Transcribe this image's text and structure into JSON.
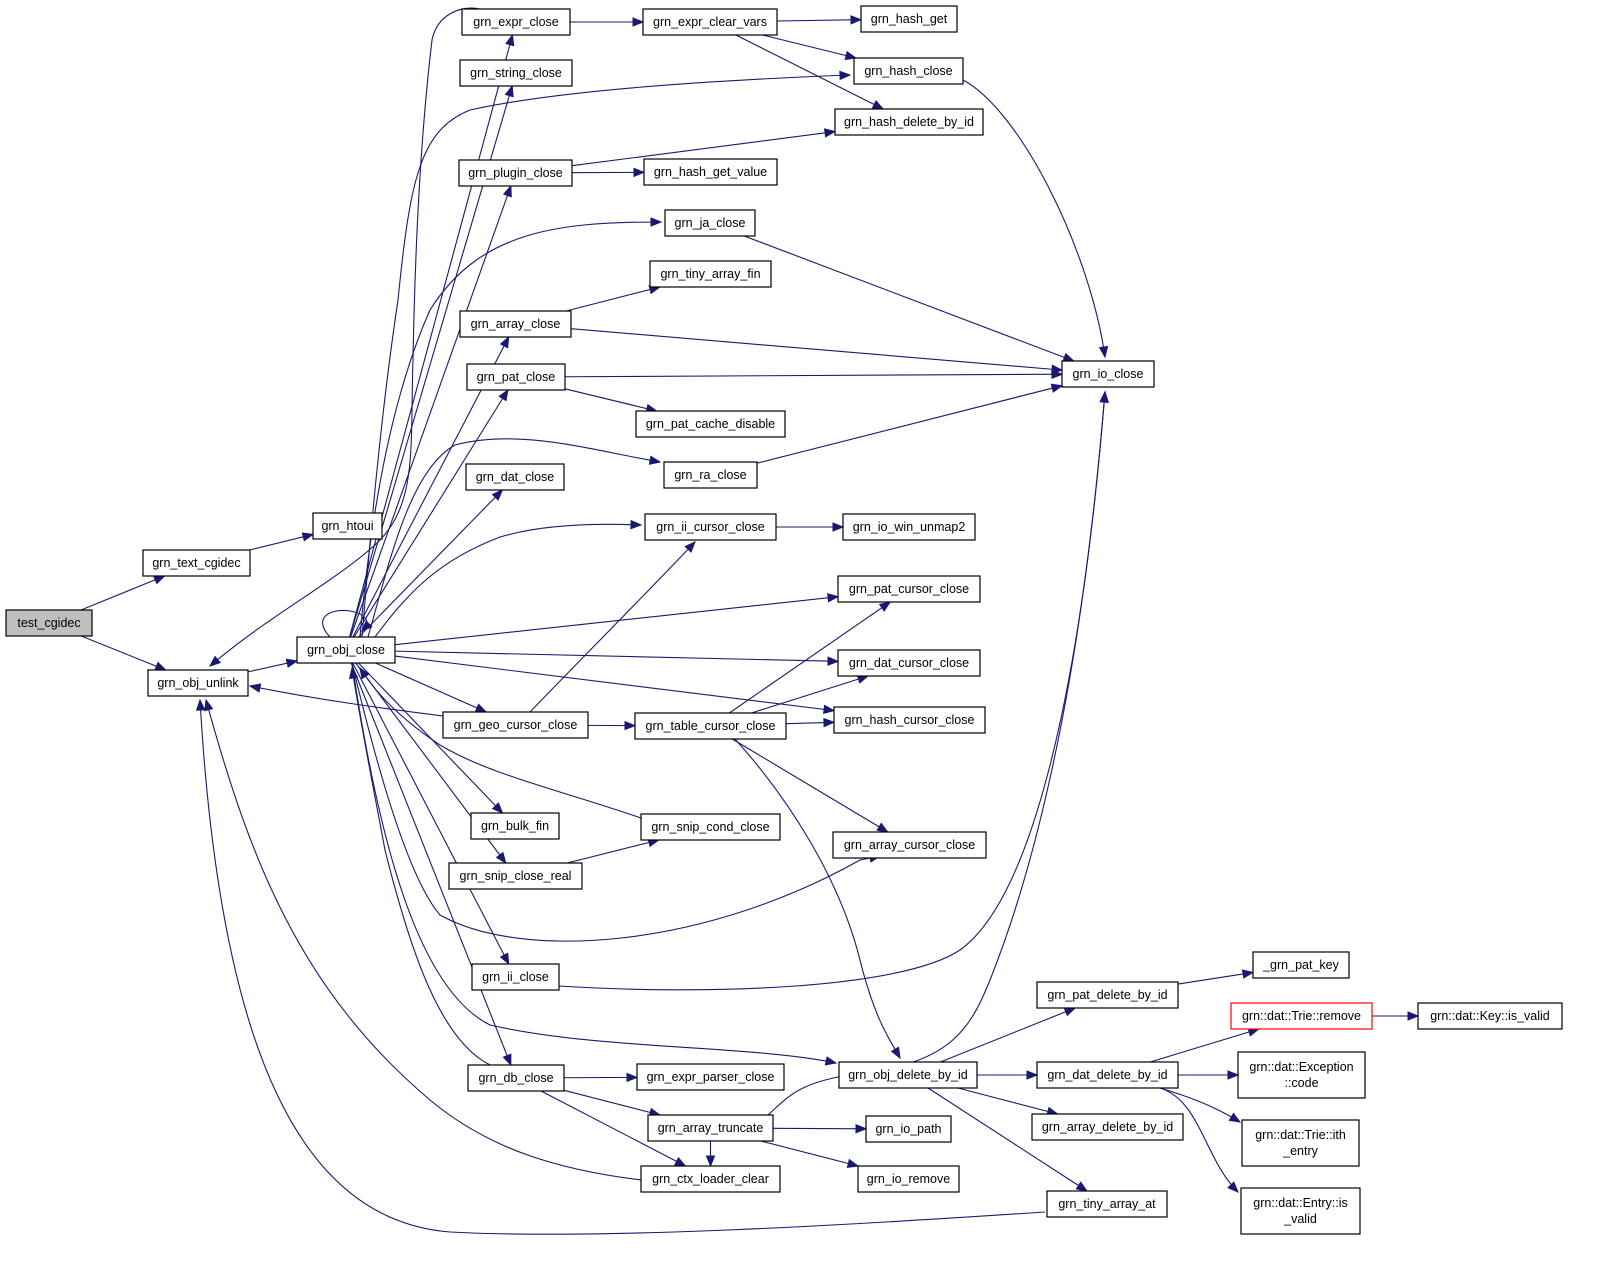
{
  "graph": {
    "colors": {
      "edge": "#191970",
      "node_border": "#000000",
      "root_fill": "#bfbfbf",
      "truncated_border": "#ff0000"
    },
    "nodes": [
      {
        "id": "test_cgidec",
        "label": [
          "test_cgidec"
        ],
        "root": true
      },
      {
        "id": "grn_text_cgidec",
        "label": [
          "grn_text_cgidec"
        ]
      },
      {
        "id": "grn_htoui",
        "label": [
          "grn_htoui"
        ]
      },
      {
        "id": "grn_obj_unlink",
        "label": [
          "grn_obj_unlink"
        ]
      },
      {
        "id": "grn_obj_close",
        "label": [
          "grn_obj_close"
        ]
      },
      {
        "id": "grn_expr_close",
        "label": [
          "grn_expr_close"
        ]
      },
      {
        "id": "grn_string_close",
        "label": [
          "grn_string_close"
        ]
      },
      {
        "id": "grn_plugin_close",
        "label": [
          "grn_plugin_close"
        ]
      },
      {
        "id": "grn_array_close",
        "label": [
          "grn_array_close"
        ]
      },
      {
        "id": "grn_pat_close",
        "label": [
          "grn_pat_close"
        ]
      },
      {
        "id": "grn_dat_close",
        "label": [
          "grn_dat_close"
        ]
      },
      {
        "id": "grn_geo_cursor_close",
        "label": [
          "grn_geo_cursor_close"
        ]
      },
      {
        "id": "grn_bulk_fin",
        "label": [
          "grn_bulk_fin"
        ]
      },
      {
        "id": "grn_snip_close_real",
        "label": [
          "grn_snip_close_real"
        ]
      },
      {
        "id": "grn_ii_close",
        "label": [
          "grn_ii_close"
        ]
      },
      {
        "id": "grn_db_close",
        "label": [
          "grn_db_close"
        ]
      },
      {
        "id": "grn_expr_clear_vars",
        "label": [
          "grn_expr_clear_vars"
        ]
      },
      {
        "id": "grn_hash_get_value",
        "label": [
          "grn_hash_get_value"
        ]
      },
      {
        "id": "grn_ja_close",
        "label": [
          "grn_ja_close"
        ]
      },
      {
        "id": "grn_tiny_array_fin",
        "label": [
          "grn_tiny_array_fin"
        ]
      },
      {
        "id": "grn_pat_cache_disable",
        "label": [
          "grn_pat_cache_disable"
        ]
      },
      {
        "id": "grn_ra_close",
        "label": [
          "grn_ra_close"
        ]
      },
      {
        "id": "grn_ii_cursor_close",
        "label": [
          "grn_ii_cursor_close"
        ]
      },
      {
        "id": "grn_table_cursor_close",
        "label": [
          "grn_table_cursor_close"
        ]
      },
      {
        "id": "grn_snip_cond_close",
        "label": [
          "grn_snip_cond_close"
        ]
      },
      {
        "id": "grn_expr_parser_close",
        "label": [
          "grn_expr_parser_close"
        ]
      },
      {
        "id": "grn_array_truncate",
        "label": [
          "grn_array_truncate"
        ]
      },
      {
        "id": "grn_ctx_loader_clear",
        "label": [
          "grn_ctx_loader_clear"
        ]
      },
      {
        "id": "grn_hash_get",
        "label": [
          "grn_hash_get"
        ]
      },
      {
        "id": "grn_hash_close",
        "label": [
          "grn_hash_close"
        ]
      },
      {
        "id": "grn_hash_delete_by_id",
        "label": [
          "grn_hash_delete_by_id"
        ]
      },
      {
        "id": "grn_io_win_unmap2",
        "label": [
          "grn_io_win_unmap2"
        ]
      },
      {
        "id": "grn_pat_cursor_close",
        "label": [
          "grn_pat_cursor_close"
        ]
      },
      {
        "id": "grn_dat_cursor_close",
        "label": [
          "grn_dat_cursor_close"
        ]
      },
      {
        "id": "grn_hash_cursor_close",
        "label": [
          "grn_hash_cursor_close"
        ]
      },
      {
        "id": "grn_array_cursor_close",
        "label": [
          "grn_array_cursor_close"
        ]
      },
      {
        "id": "grn_obj_delete_by_id",
        "label": [
          "grn_obj_delete_by_id"
        ]
      },
      {
        "id": "grn_io_path",
        "label": [
          "grn_io_path"
        ]
      },
      {
        "id": "grn_io_remove",
        "label": [
          "grn_io_remove"
        ]
      },
      {
        "id": "grn_io_close",
        "label": [
          "grn_io_close"
        ]
      },
      {
        "id": "grn_pat_delete_by_id",
        "label": [
          "grn_pat_delete_by_id"
        ]
      },
      {
        "id": "grn_dat_delete_by_id",
        "label": [
          "grn_dat_delete_by_id"
        ]
      },
      {
        "id": "grn_array_delete_by_id",
        "label": [
          "grn_array_delete_by_id"
        ]
      },
      {
        "id": "grn_tiny_array_at",
        "label": [
          "grn_tiny_array_at"
        ]
      },
      {
        "id": "_grn_pat_key",
        "label": [
          "_grn_pat_key"
        ]
      },
      {
        "id": "trie_remove",
        "label": [
          "grn::dat::Trie::remove"
        ],
        "truncated": true
      },
      {
        "id": "exception_code",
        "label": [
          "grn::dat::Exception",
          "::code"
        ]
      },
      {
        "id": "trie_ith_entry",
        "label": [
          "grn::dat::Trie::ith",
          "_entry"
        ]
      },
      {
        "id": "entry_is_valid",
        "label": [
          "grn::dat::Entry::is",
          "_valid"
        ]
      },
      {
        "id": "key_is_valid",
        "label": [
          "grn::dat::Key::is_valid"
        ]
      }
    ],
    "edges": [
      [
        "test_cgidec",
        "grn_text_cgidec"
      ],
      [
        "test_cgidec",
        "grn_obj_unlink"
      ],
      [
        "grn_text_cgidec",
        "grn_htoui"
      ],
      [
        "grn_obj_unlink",
        "grn_obj_close"
      ],
      [
        "grn_obj_close",
        "grn_obj_close"
      ],
      [
        "grn_obj_close",
        "grn_expr_close"
      ],
      [
        "grn_obj_close",
        "grn_string_close"
      ],
      [
        "grn_obj_close",
        "grn_hash_close"
      ],
      [
        "grn_obj_close",
        "grn_plugin_close"
      ],
      [
        "grn_obj_close",
        "grn_ja_close"
      ],
      [
        "grn_obj_close",
        "grn_array_close"
      ],
      [
        "grn_obj_close",
        "grn_pat_close"
      ],
      [
        "grn_obj_close",
        "grn_ra_close"
      ],
      [
        "grn_obj_close",
        "grn_dat_close"
      ],
      [
        "grn_obj_close",
        "grn_ii_cursor_close"
      ],
      [
        "grn_obj_close",
        "grn_pat_cursor_close"
      ],
      [
        "grn_obj_close",
        "grn_dat_cursor_close"
      ],
      [
        "grn_obj_close",
        "grn_hash_cursor_close"
      ],
      [
        "grn_obj_close",
        "grn_geo_cursor_close"
      ],
      [
        "grn_obj_close",
        "grn_bulk_fin"
      ],
      [
        "grn_obj_close",
        "grn_snip_close_real"
      ],
      [
        "grn_obj_close",
        "grn_array_cursor_close"
      ],
      [
        "grn_obj_close",
        "grn_ii_close"
      ],
      [
        "grn_obj_close",
        "grn_obj_delete_by_id"
      ],
      [
        "grn_obj_close",
        "grn_db_close"
      ],
      [
        "grn_expr_close",
        "grn_obj_unlink"
      ],
      [
        "grn_expr_close",
        "grn_expr_clear_vars"
      ],
      [
        "grn_expr_clear_vars",
        "grn_hash_get"
      ],
      [
        "grn_expr_clear_vars",
        "grn_hash_close"
      ],
      [
        "grn_expr_clear_vars",
        "grn_hash_delete_by_id"
      ],
      [
        "grn_hash_close",
        "grn_io_close"
      ],
      [
        "grn_plugin_close",
        "grn_hash_delete_by_id"
      ],
      [
        "grn_plugin_close",
        "grn_hash_get_value"
      ],
      [
        "grn_ja_close",
        "grn_io_close"
      ],
      [
        "grn_array_close",
        "grn_tiny_array_fin"
      ],
      [
        "grn_array_close",
        "grn_io_close"
      ],
      [
        "grn_pat_close",
        "grn_io_close"
      ],
      [
        "grn_pat_close",
        "grn_pat_cache_disable"
      ],
      [
        "grn_ra_close",
        "grn_io_close"
      ],
      [
        "grn_ii_cursor_close",
        "grn_io_win_unmap2"
      ],
      [
        "grn_geo_cursor_close",
        "grn_obj_unlink"
      ],
      [
        "grn_geo_cursor_close",
        "grn_ii_cursor_close"
      ],
      [
        "grn_geo_cursor_close",
        "grn_table_cursor_close"
      ],
      [
        "grn_table_cursor_close",
        "grn_pat_cursor_close"
      ],
      [
        "grn_table_cursor_close",
        "grn_dat_cursor_close"
      ],
      [
        "grn_table_cursor_close",
        "grn_hash_cursor_close"
      ],
      [
        "grn_table_cursor_close",
        "grn_array_cursor_close"
      ],
      [
        "grn_table_cursor_close",
        "grn_obj_delete_by_id"
      ],
      [
        "grn_snip_cond_close",
        "grn_obj_close"
      ],
      [
        "grn_snip_close_real",
        "grn_snip_cond_close"
      ],
      [
        "grn_ii_close",
        "grn_io_close"
      ],
      [
        "grn_db_close",
        "grn_obj_close"
      ],
      [
        "grn_db_close",
        "grn_expr_parser_close"
      ],
      [
        "grn_db_close",
        "grn_array_truncate"
      ],
      [
        "grn_db_close",
        "grn_ctx_loader_clear"
      ],
      [
        "grn_array_truncate",
        "grn_io_close"
      ],
      [
        "grn_array_truncate",
        "grn_io_path"
      ],
      [
        "grn_array_truncate",
        "grn_io_remove"
      ],
      [
        "grn_array_truncate",
        "grn_ctx_loader_clear"
      ],
      [
        "grn_ctx_loader_clear",
        "grn_obj_unlink"
      ],
      [
        "grn_obj_delete_by_id",
        "grn_pat_delete_by_id"
      ],
      [
        "grn_obj_delete_by_id",
        "grn_dat_delete_by_id"
      ],
      [
        "grn_obj_delete_by_id",
        "grn_array_delete_by_id"
      ],
      [
        "grn_obj_delete_by_id",
        "grn_tiny_array_at"
      ],
      [
        "grn_tiny_array_at",
        "grn_obj_unlink"
      ],
      [
        "grn_pat_delete_by_id",
        "_grn_pat_key"
      ],
      [
        "grn_dat_delete_by_id",
        "trie_remove"
      ],
      [
        "grn_dat_delete_by_id",
        "exception_code"
      ],
      [
        "grn_dat_delete_by_id",
        "trie_ith_entry"
      ],
      [
        "grn_dat_delete_by_id",
        "entry_is_valid"
      ],
      [
        "trie_remove",
        "key_is_valid"
      ]
    ]
  }
}
